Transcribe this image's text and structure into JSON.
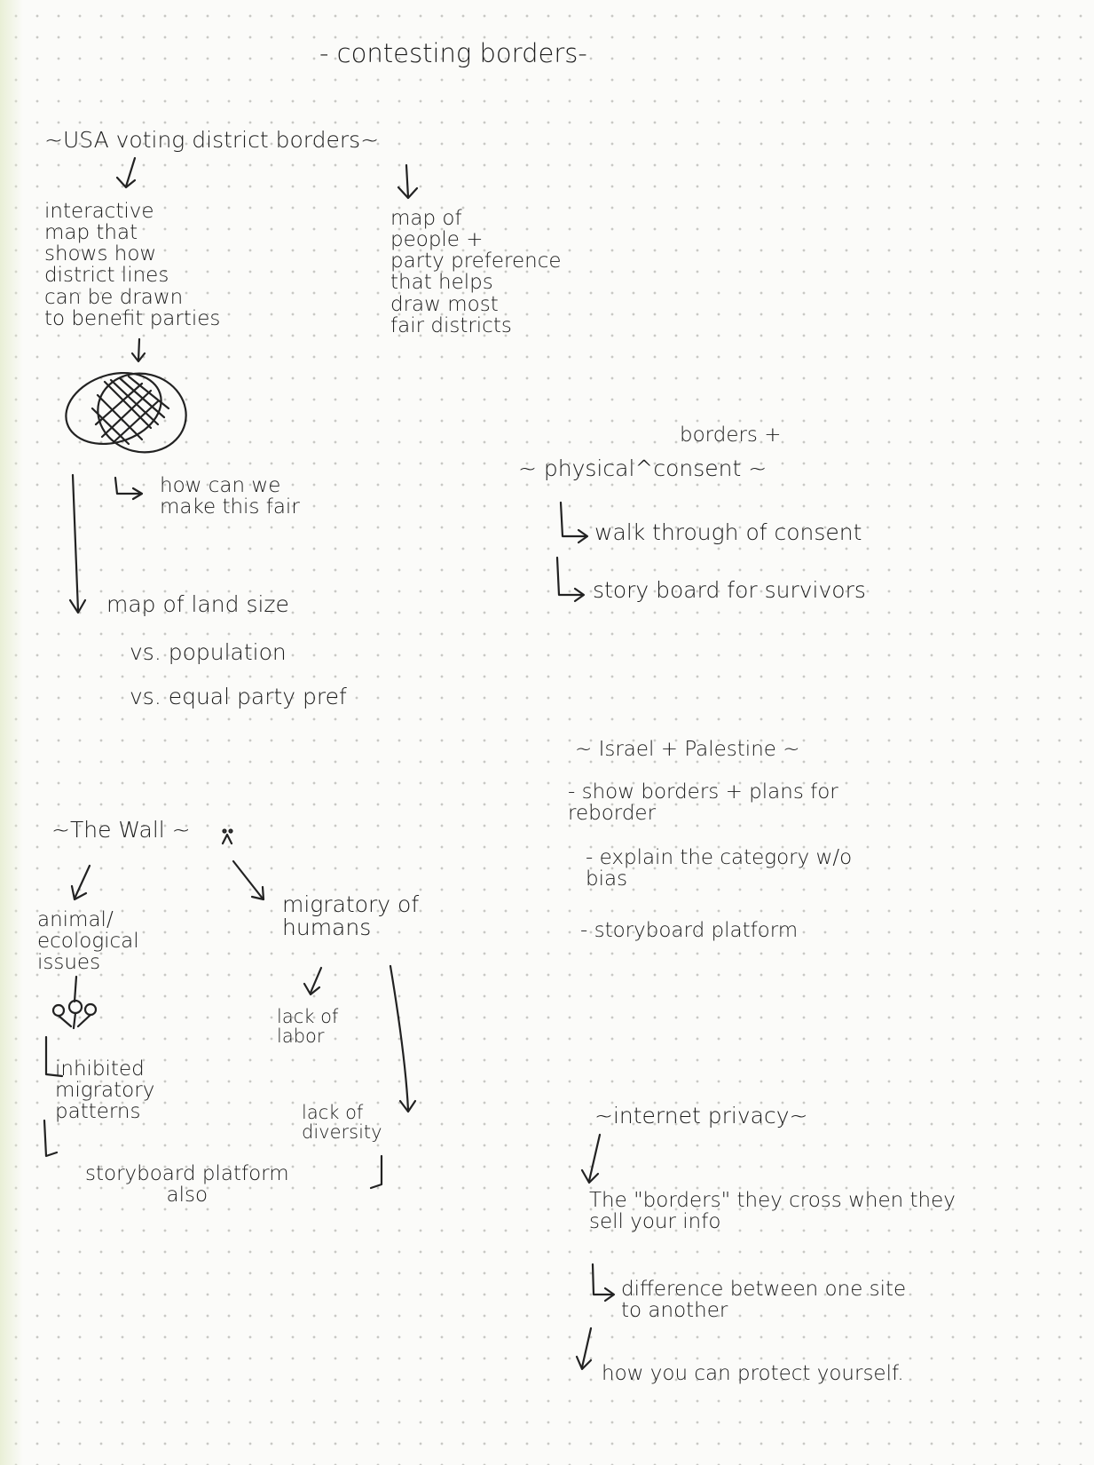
{
  "title": "- contesting borders-",
  "sections": {
    "usa": {
      "heading": "~USA voting district borders~",
      "left_note": "interactive\nmap that\nshows how\ndistrict lines\ncan be drawn\nto benefit parties",
      "right_note": "map of\npeople +\nparty preference\nthat helps\ndraw most\nfair districts",
      "question": "how can we\nmake this fair",
      "map_line1": "map of land size",
      "map_line2": "vs. population",
      "map_line3": "vs. equal party pref"
    },
    "consent": {
      "heading_insert": "borders +",
      "heading": "~ physical^consent ~",
      "item1": "walk through of consent",
      "item2": "story board for survivors"
    },
    "israel": {
      "heading": "~ Israel + Palestine ~",
      "item1": "- show borders + plans for\nreborder",
      "item2": "- explain the category w/o\nbias",
      "item3": "- storyboard platform"
    },
    "wall": {
      "heading": "~The Wall ~",
      "left_note": "animal/\necological\nissues",
      "right_note": "migratory of\nhumans",
      "labor": "lack of\nlabor",
      "diversity": "lack of\ndiversity",
      "patterns": "inhibited\nmigratory\npatterns",
      "storyboard": "storyboard platform\nalso"
    },
    "privacy": {
      "heading": "~internet privacy~",
      "note1": "The \"borders\" they cross when they\nsell your info",
      "note2": "difference between one site\nto another",
      "note3": "how you can protect yourself."
    }
  }
}
